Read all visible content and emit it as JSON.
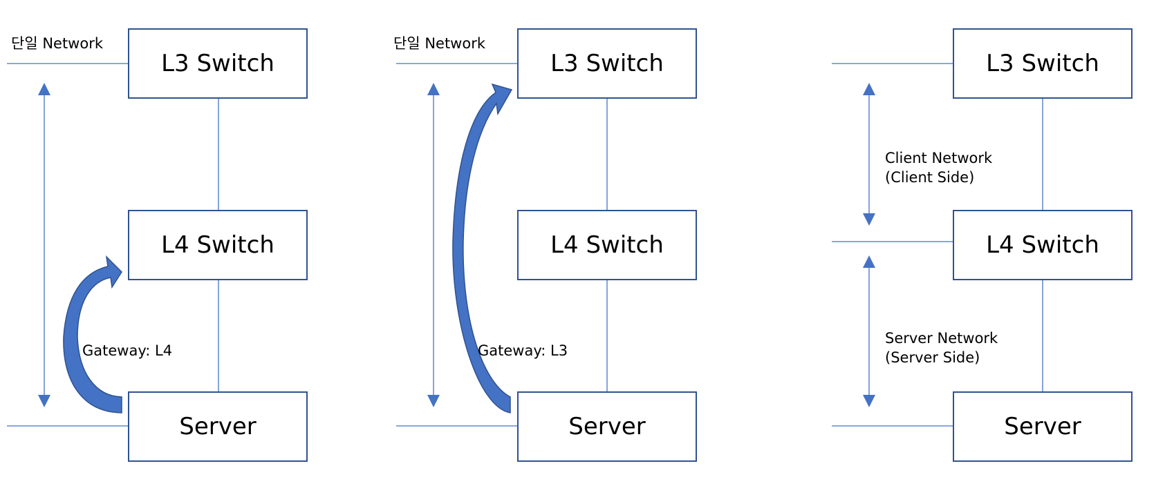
{
  "colors": {
    "box_border": "#2f528f",
    "line": "#4472c4",
    "arrow_fill": "#4472c4",
    "text": "#000000"
  },
  "panels": [
    {
      "network_label": "단일 Network",
      "l3_label": "L3 Switch",
      "l4_label": "L4 Switch",
      "server_label": "Server",
      "gateway_label": "Gateway: L4"
    },
    {
      "network_label": "단일 Network",
      "l3_label": "L3 Switch",
      "l4_label": "L4 Switch",
      "server_label": "Server",
      "gateway_label": "Gateway: L3"
    },
    {
      "l3_label": "L3 Switch",
      "l4_label": "L4 Switch",
      "server_label": "Server",
      "client_network_line1": "Client Network",
      "client_network_line2": "(Client Side)",
      "server_network_line1": "Server Network",
      "server_network_line2": "(Server Side)"
    }
  ]
}
